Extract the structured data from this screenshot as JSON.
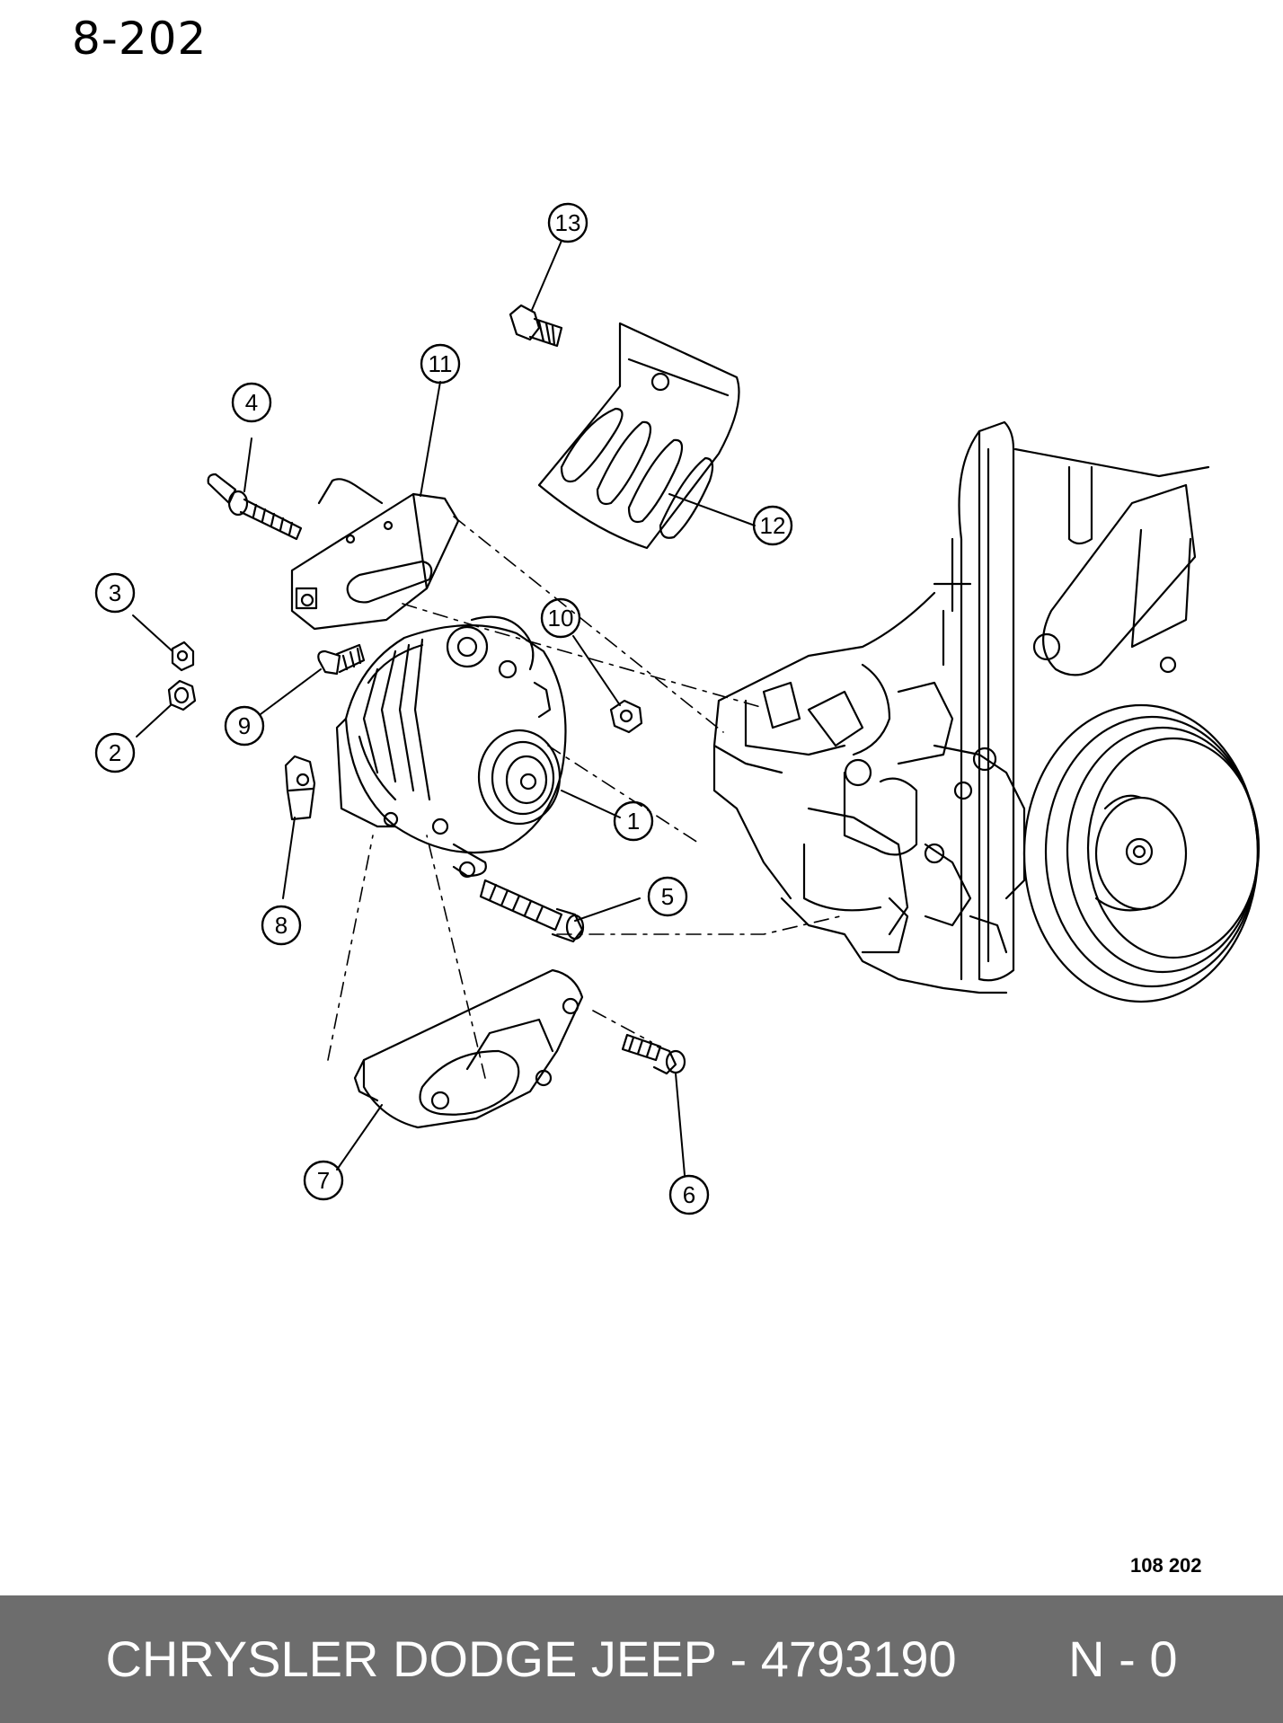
{
  "header": {
    "page_number": "8-202"
  },
  "figure": {
    "code": "108  202",
    "callouts": [
      "1",
      "2",
      "3",
      "4",
      "5",
      "6",
      "7",
      "8",
      "9",
      "10",
      "11",
      "12",
      "13"
    ]
  },
  "footer": {
    "brand": "CHRYSLER DODGE JEEP",
    "separator": " - ",
    "part_number": "4793190",
    "suffix": "N - 0"
  }
}
